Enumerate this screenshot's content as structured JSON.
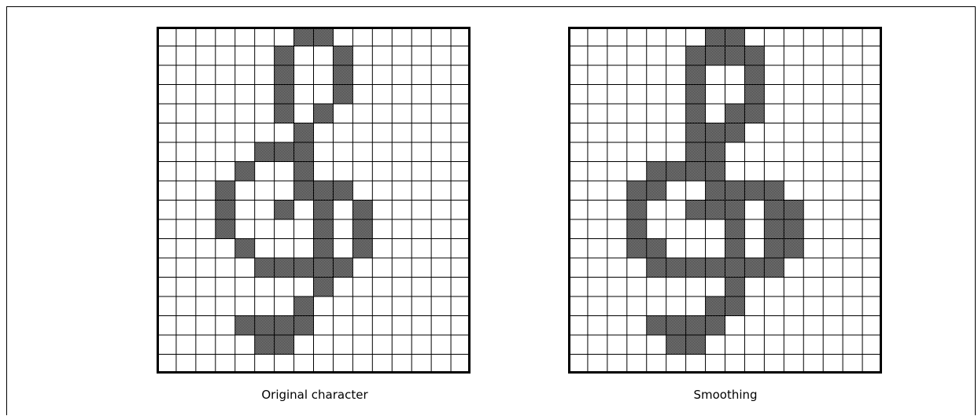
{
  "figure": {
    "grid": {
      "columns": 16,
      "rows": 18
    },
    "panels": [
      {
        "caption": "Original character",
        "cells": [
          [
            0,
            7
          ],
          [
            0,
            8
          ],
          [
            1,
            6
          ],
          [
            1,
            9
          ],
          [
            2,
            6
          ],
          [
            2,
            9
          ],
          [
            3,
            6
          ],
          [
            3,
            9
          ],
          [
            4,
            6
          ],
          [
            4,
            8
          ],
          [
            5,
            7
          ],
          [
            6,
            5
          ],
          [
            6,
            6
          ],
          [
            6,
            7
          ],
          [
            7,
            4
          ],
          [
            7,
            7
          ],
          [
            8,
            3
          ],
          [
            8,
            7
          ],
          [
            8,
            8
          ],
          [
            8,
            9
          ],
          [
            9,
            3
          ],
          [
            9,
            6
          ],
          [
            9,
            8
          ],
          [
            9,
            10
          ],
          [
            10,
            3
          ],
          [
            10,
            8
          ],
          [
            10,
            10
          ],
          [
            11,
            4
          ],
          [
            11,
            8
          ],
          [
            11,
            10
          ],
          [
            12,
            5
          ],
          [
            12,
            6
          ],
          [
            12,
            7
          ],
          [
            12,
            8
          ],
          [
            12,
            9
          ],
          [
            13,
            8
          ],
          [
            14,
            7
          ],
          [
            15,
            4
          ],
          [
            15,
            5
          ],
          [
            15,
            6
          ],
          [
            15,
            7
          ],
          [
            16,
            5
          ],
          [
            16,
            6
          ]
        ]
      },
      {
        "caption": "Smoothing",
        "cells": [
          [
            0,
            7
          ],
          [
            0,
            8
          ],
          [
            1,
            6
          ],
          [
            1,
            7
          ],
          [
            1,
            8
          ],
          [
            1,
            9
          ],
          [
            2,
            6
          ],
          [
            2,
            9
          ],
          [
            3,
            6
          ],
          [
            3,
            9
          ],
          [
            4,
            6
          ],
          [
            4,
            8
          ],
          [
            4,
            9
          ],
          [
            5,
            6
          ],
          [
            5,
            7
          ],
          [
            5,
            8
          ],
          [
            6,
            6
          ],
          [
            6,
            7
          ],
          [
            7,
            4
          ],
          [
            7,
            5
          ],
          [
            7,
            6
          ],
          [
            7,
            7
          ],
          [
            8,
            3
          ],
          [
            8,
            4
          ],
          [
            8,
            7
          ],
          [
            8,
            8
          ],
          [
            8,
            9
          ],
          [
            8,
            10
          ],
          [
            9,
            3
          ],
          [
            9,
            6
          ],
          [
            9,
            7
          ],
          [
            9,
            8
          ],
          [
            9,
            10
          ],
          [
            9,
            11
          ],
          [
            10,
            3
          ],
          [
            10,
            8
          ],
          [
            10,
            10
          ],
          [
            10,
            11
          ],
          [
            11,
            3
          ],
          [
            11,
            4
          ],
          [
            11,
            8
          ],
          [
            11,
            10
          ],
          [
            11,
            11
          ],
          [
            12,
            4
          ],
          [
            12,
            5
          ],
          [
            12,
            6
          ],
          [
            12,
            7
          ],
          [
            12,
            8
          ],
          [
            12,
            9
          ],
          [
            12,
            10
          ],
          [
            13,
            8
          ],
          [
            14,
            7
          ],
          [
            14,
            8
          ],
          [
            15,
            4
          ],
          [
            15,
            5
          ],
          [
            15,
            6
          ],
          [
            15,
            7
          ],
          [
            16,
            5
          ],
          [
            16,
            6
          ]
        ]
      }
    ]
  }
}
